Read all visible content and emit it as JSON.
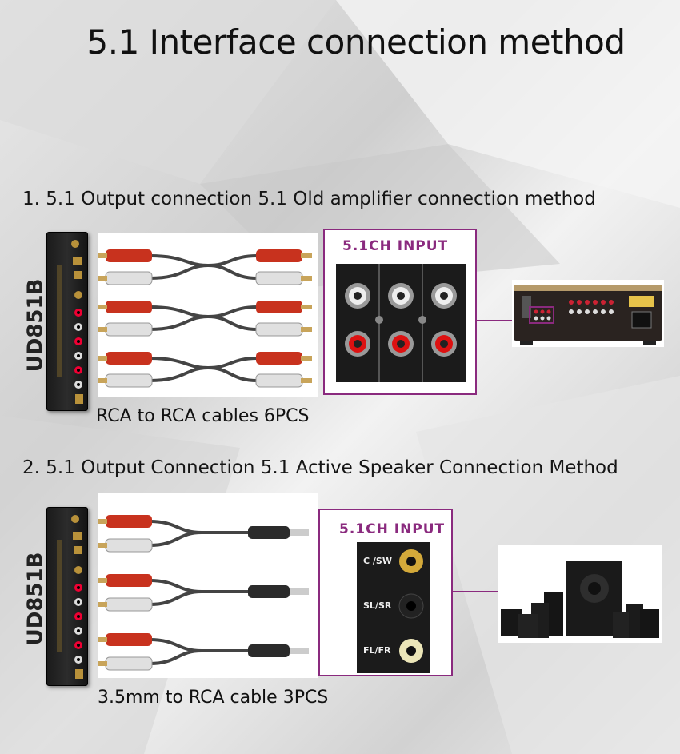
{
  "title": "5.1 Interface connection method",
  "section1": {
    "heading": "1. 5.1 Output connection 5.1 Old amplifier connection method",
    "device_label": "UD851B",
    "input_title": "5.1CH INPUT",
    "caption": "RCA to RCA cables 6PCS"
  },
  "section2": {
    "heading": "2. 5.1 Output Connection 5.1 Active Speaker Connection Method",
    "device_label": "UD851B",
    "input_title": "5.1CH INPUT",
    "jacks": [
      "C /SW",
      "SL/SR",
      "FL/FR"
    ],
    "caption": "3.5mm to RCA cable 3PCS"
  },
  "colors": {
    "accent": "#8a2a7e",
    "rca_red": "#c8321e",
    "rca_white": "#d9d9d9",
    "gold": "#b8913a"
  }
}
